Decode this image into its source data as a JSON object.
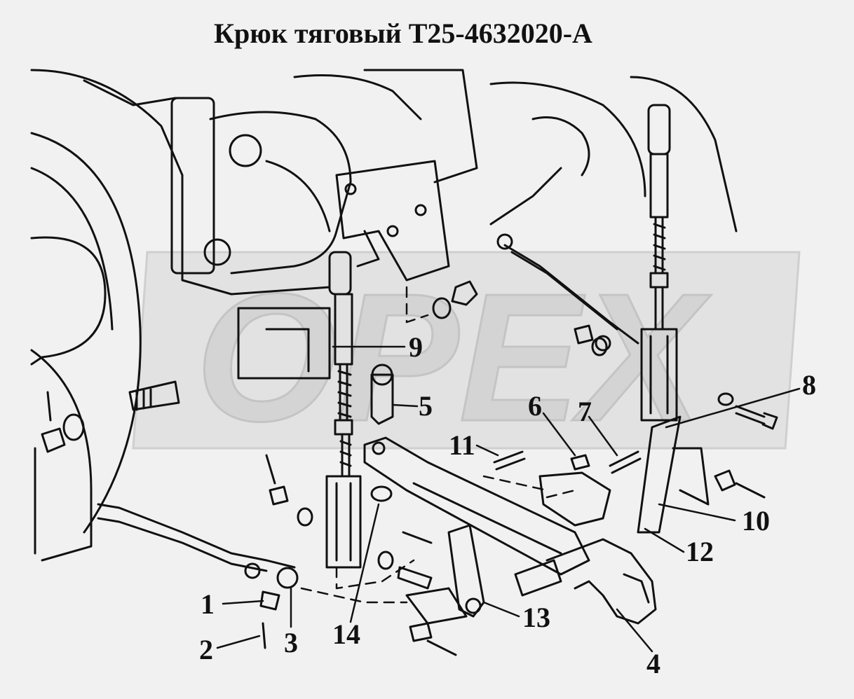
{
  "title": "Крюк тяговый Т25-4632020-А",
  "watermark": "OPEX",
  "callouts": {
    "c1": "1",
    "c2": "2",
    "c3": "3",
    "c4": "4",
    "c5": "5",
    "c6": "6",
    "c7": "7",
    "c8": "8",
    "c9": "9",
    "c10": "10",
    "c11": "11",
    "c12": "12",
    "c13": "13",
    "c14": "14"
  },
  "colors": {
    "background": "#f1f1f1",
    "line": "#111111",
    "watermark": "#d9d9d9"
  }
}
